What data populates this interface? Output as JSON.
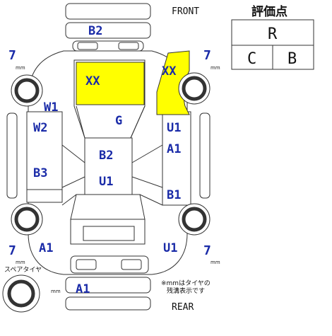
{
  "labels": {
    "front": "FRONT",
    "rear": "REAR",
    "spare_tire": "スペアタイヤ",
    "note_line1": "※mmはタイヤの",
    "note_line2": "残溝表示です"
  },
  "grade": {
    "title": "評価点",
    "overall": "R",
    "interior": "C",
    "exterior": "B"
  },
  "tires": {
    "front_left": {
      "depth": "7",
      "unit": "mm"
    },
    "front_right": {
      "depth": "7",
      "unit": "mm"
    },
    "rear_left": {
      "depth": "7",
      "unit": "mm"
    },
    "rear_right": {
      "depth": "7",
      "unit": "mm"
    },
    "spare": {
      "depth": "",
      "unit": "mm"
    }
  },
  "damage_codes": {
    "front_bumper": "B2",
    "hood": "XX",
    "front_right_fender": "XX",
    "left_front_window": "W1",
    "left_front_door_glass": "W2",
    "left_rear_door": "B3",
    "left_rear_fender": "A1",
    "windshield": "G",
    "roof_front": "B2",
    "roof_rear": "U1",
    "right_front_door_top": "U1",
    "right_front_door_bottom": "A1",
    "right_rear_door": "B1",
    "right_rear_fender": "U1",
    "rear_bumper": "A1"
  },
  "colors": {
    "highlight": "#ffff00",
    "code_text": "#1a2ba8",
    "outline": "#333333"
  }
}
